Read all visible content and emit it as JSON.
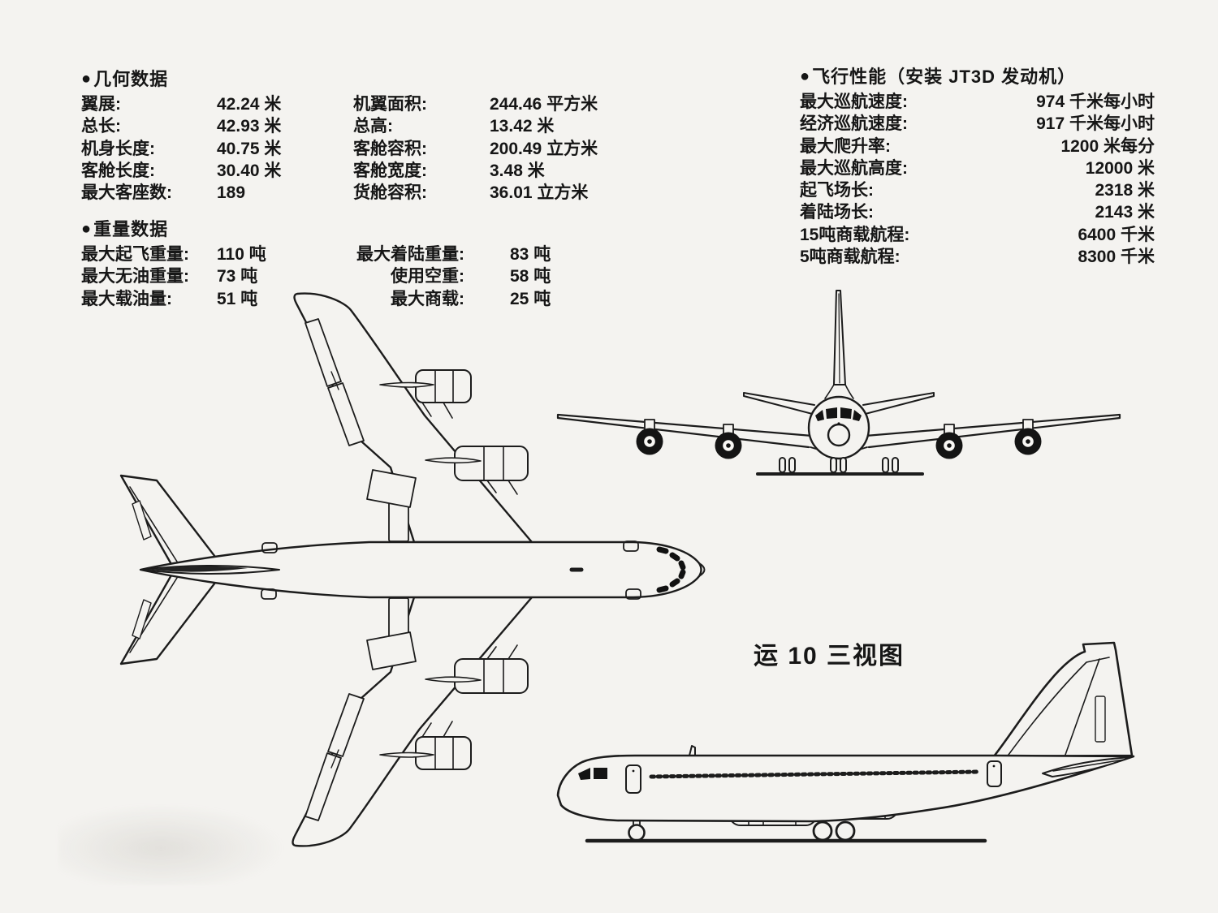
{
  "page": {
    "view_title": "运 10 三视图"
  },
  "colors": {
    "ink": "#1c1c1c",
    "paper": "#f4f3f0"
  },
  "sections": {
    "geometry": {
      "bullet": "●",
      "title": "几何数据",
      "rows": [
        {
          "l1": "翼展:",
          "v1": "42.24 米",
          "l2": "机翼面积:",
          "v2": "244.46 平方米"
        },
        {
          "l1": "总长:",
          "v1": "42.93 米",
          "l2": "总高:",
          "v2": "13.42 米"
        },
        {
          "l1": "机身长度:",
          "v1": "40.75 米",
          "l2": "客舱容积:",
          "v2": "200.49 立方米"
        },
        {
          "l1": "客舱长度:",
          "v1": "30.40 米",
          "l2": "客舱宽度:",
          "v2": "3.48 米"
        },
        {
          "l1": "最大客座数:",
          "v1": "189",
          "l2": "货舱容积:",
          "v2": "36.01 立方米"
        }
      ]
    },
    "weight": {
      "bullet": "●",
      "title": "重量数据",
      "rows": [
        {
          "l1": "最大起飞重量:",
          "v1": "110 吨",
          "l2": "最大着陆重量:",
          "v2": "83 吨"
        },
        {
          "l1": "最大无油重量:",
          "v1": "73 吨",
          "l2": "使用空重:",
          "v2": "58 吨"
        },
        {
          "l1": "最大载油量:",
          "v1": "51 吨",
          "l2": "最大商载:",
          "v2": "25 吨"
        }
      ]
    },
    "performance": {
      "bullet": "●",
      "title": "飞行性能（安装 JT3D 发动机）",
      "rows": [
        {
          "label": "最大巡航速度:",
          "value": "974 千米每小时"
        },
        {
          "label": "经济巡航速度:",
          "value": "917 千米每小时"
        },
        {
          "label": "最大爬升率:",
          "value": "1200 米每分"
        },
        {
          "label": "最大巡航高度:",
          "value": "12000 米"
        },
        {
          "label": "起飞场长:",
          "value": "2318 米"
        },
        {
          "label": "着陆场长:",
          "value": "2143 米"
        },
        {
          "label": "15吨商载航程:",
          "value": "6400 千米"
        },
        {
          "label": "5吨商载航程:",
          "value": "8300 千米"
        }
      ]
    }
  }
}
